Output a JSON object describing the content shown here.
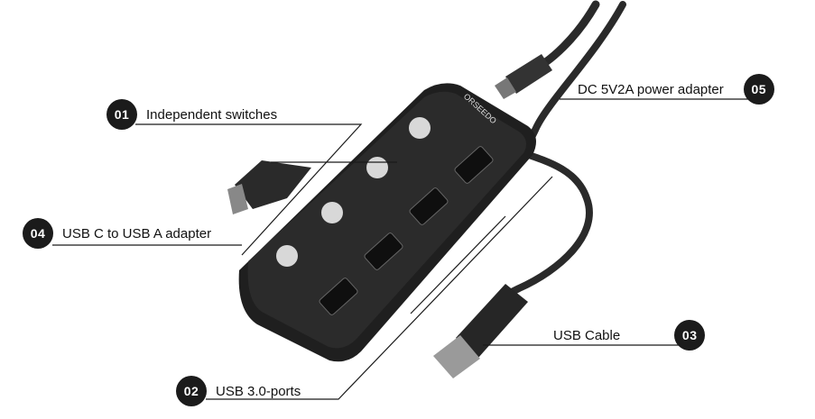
{
  "callouts": [
    {
      "num": "01",
      "label": "Independent switches"
    },
    {
      "num": "02",
      "label": "USB 3.0-ports"
    },
    {
      "num": "03",
      "label": "USB Cable"
    },
    {
      "num": "04",
      "label": "USB C to USB A adapter"
    },
    {
      "num": "05",
      "label": "DC 5V2A power adapter"
    }
  ],
  "brand": "ORSEEDO",
  "colors": {
    "hub_body": "#1f1f1f",
    "hub_top": "#2b2b2b",
    "badge": "#1b1b1b"
  }
}
